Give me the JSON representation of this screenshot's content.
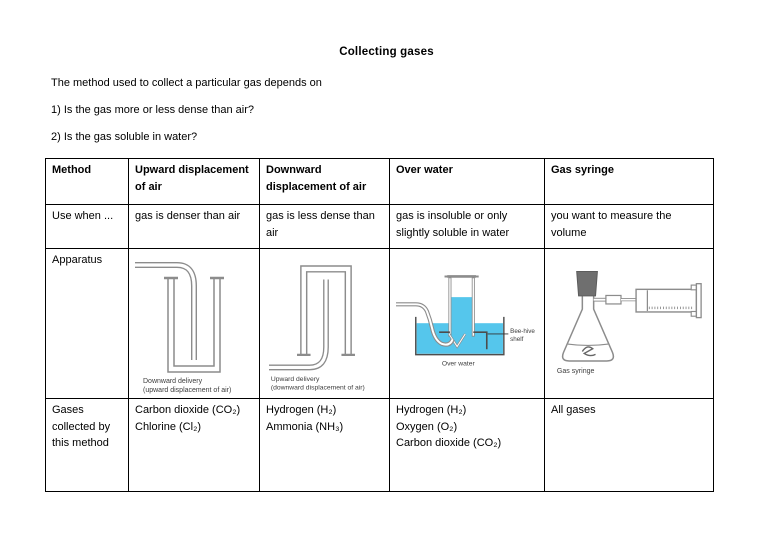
{
  "page": {
    "title": "Collecting gases",
    "intro": "The method used to collect a particular gas depends on",
    "question1": "1) Is the gas more or less dense than air?",
    "question2": "2) Is the gas soluble in water?"
  },
  "table": {
    "headers": {
      "method": "Method",
      "col2": [
        "Upward displacement",
        "of air"
      ],
      "col3": [
        "Downward",
        "displacement of air"
      ],
      "col4": "Over water",
      "col5": "Gas syringe"
    },
    "use_when": {
      "label": "Use when ...",
      "col2": "gas is denser than air",
      "col3": [
        "gas is less dense than",
        "air"
      ],
      "col4": [
        "gas is insoluble or only",
        "slightly soluble in water"
      ],
      "col5": [
        "you want to measure the",
        "volume"
      ]
    },
    "apparatus": {
      "label": "Apparatus"
    },
    "gases": {
      "label": [
        "Gases",
        "collected by",
        "this method"
      ],
      "col2": [
        "Carbon dioxide (CO₂)",
        "Chlorine (Cl₂)"
      ],
      "col3": [
        "Hydrogen (H₂)",
        "Ammonia (NH₃)"
      ],
      "col4": [
        "Hydrogen (H₂)",
        "Oxygen (O₂)",
        "Carbon dioxide (CO₂)"
      ],
      "col5": [
        "All gases"
      ]
    }
  },
  "diagrams": {
    "upward": {
      "label_line1": "Downward delivery",
      "label_line2": "(upward displacement of air)"
    },
    "downward": {
      "label_line1": "Upward delivery",
      "label_line2": "(downward displacement of air)"
    },
    "over_water": {
      "caption": "Over water",
      "callout_line1": "Bee-hive",
      "callout_line2": "shelf"
    },
    "gas_syringe": {
      "caption": "Gas syringe"
    }
  },
  "colors": {
    "water": "#55c6ec",
    "outline": "#8c8c8c",
    "trough_outline": "#4d4d4d",
    "stopper": "#6f6f6f"
  }
}
